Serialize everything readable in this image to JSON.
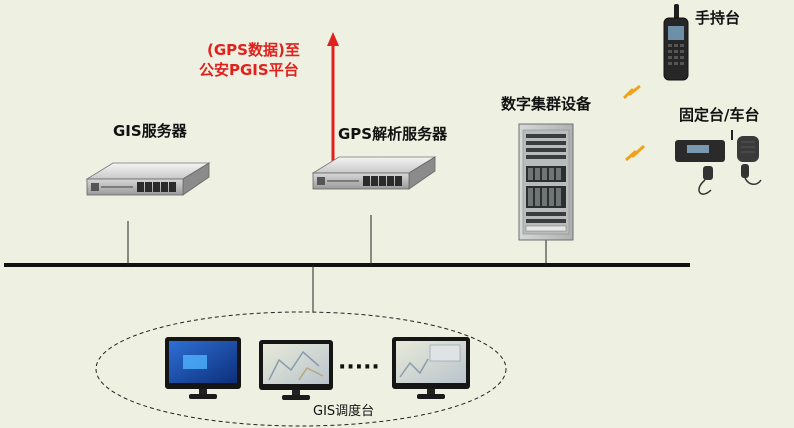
{
  "labels": {
    "gis_server": "GIS服务器",
    "gps_server": "GPS解析服务器",
    "gps_upload_line1": "(GPS数据)至",
    "gps_upload_line2": "公安PGIS平台",
    "trunking": "数字集群设备",
    "handheld": "手持台",
    "fixed_vehicle": "固定台/车台",
    "gis_dispatch": "GIS调度台",
    "ellipsis": "·····"
  },
  "colors": {
    "background": "#eef0e2",
    "arrow": "#e0211c",
    "bus": "#111111",
    "wireless": "#f2a21a"
  },
  "icons": {
    "server": "rack-server-icon",
    "cabinet": "equipment-cabinet-icon",
    "radio": "handheld-radio-icon",
    "mobile": "mobile-radio-icon",
    "monitor": "monitor-icon",
    "wireless": "lightning-signal-icon"
  }
}
